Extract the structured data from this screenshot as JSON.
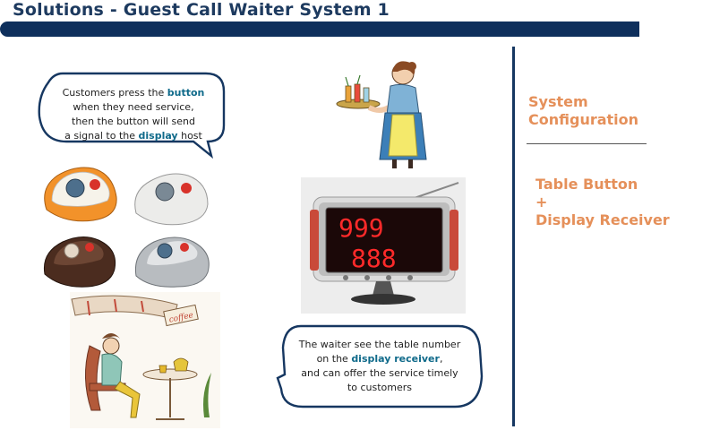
{
  "header": {
    "title": "Solutions - Guest Call Waiter System 1"
  },
  "bubble_top": {
    "line1_pre": "Customers press the ",
    "line1_hl": "button",
    "line2": "when they need service,",
    "line3": "then the button will send",
    "line4_pre": "a signal to the ",
    "line4_hl": "display",
    "line4_post": " host"
  },
  "bubble_bottom": {
    "line1": "The waiter see the table number",
    "line2_pre": "on the ",
    "line2_hl": "display receiver",
    "line2_post": ",",
    "line3": "and can offer the service timely",
    "line4": "to customers"
  },
  "display": {
    "top_number": "999",
    "bottom_number": "888"
  },
  "sign": {
    "text": "coffee"
  },
  "side": {
    "config_line1": "System",
    "config_line2": "Configuration",
    "combo_line1": "Table Button",
    "combo_line2": "+",
    "combo_line3": "Display Receiver"
  },
  "colors": {
    "title": "#1d3a5f",
    "bar": "#0e2f5c",
    "accent_orange": "#e5905a",
    "highlight_teal": "#0f6a8a",
    "led_red": "#ff2a2a"
  },
  "icons": [
    "waitress-illustration",
    "call-button-orange",
    "call-button-white",
    "call-button-brown",
    "call-button-silver",
    "display-receiver",
    "cafe-scene-illustration"
  ]
}
